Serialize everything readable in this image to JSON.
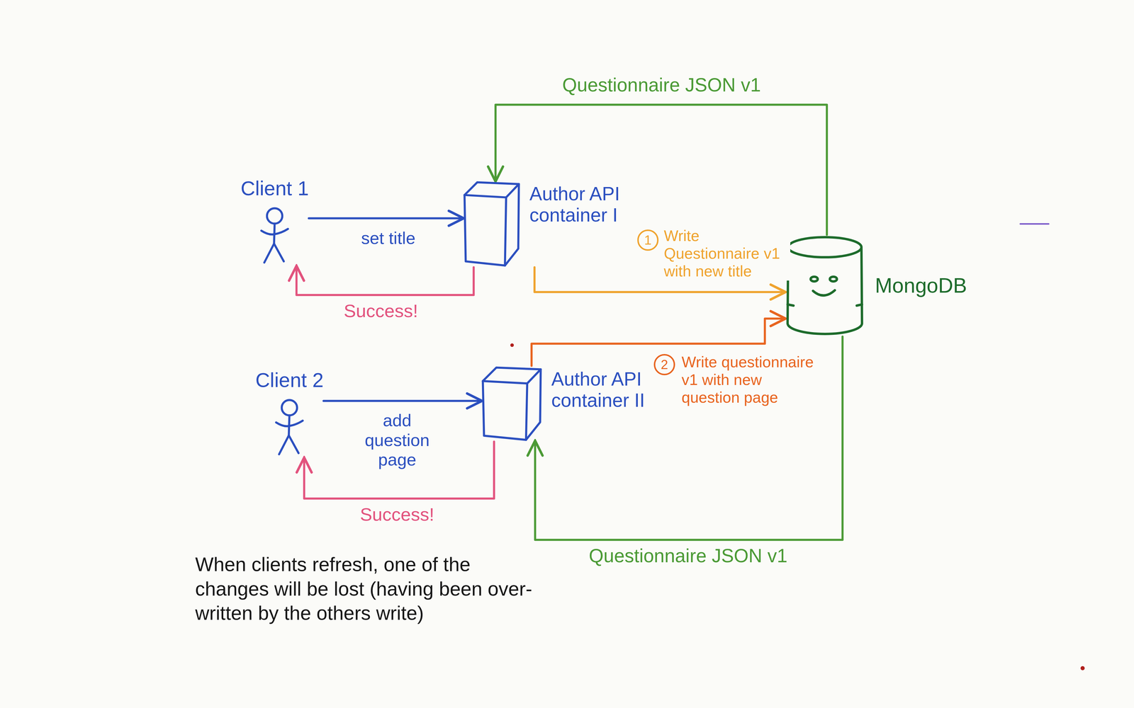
{
  "diagram": {
    "nodes": [
      {
        "text": [
          "Client 1"
        ]
      },
      {
        "text": [
          "Author API container I"
        ]
      },
      {
        "text": [
          "MongoDB"
        ]
      },
      {
        "text": [
          "Client 2"
        ]
      },
      {
        "text": [
          "Author API container II"
        ]
      }
    ],
    "edges": [
      {
        "from": 0,
        "to": 1,
        "label": "set title",
        "arrow": "to"
      },
      {
        "from": 1,
        "to": 0,
        "label": "Success!",
        "arrow": "to"
      },
      {
        "from": 2,
        "to": 1,
        "label": "Questionnaire JSON v1",
        "arrow": "to"
      },
      {
        "from": 1,
        "to": 2,
        "label": "Write Questionnaire v1 with new title",
        "arrow": "to"
      },
      {
        "from": 4,
        "to": 2,
        "label": "Write questionnaire v1 with new question page",
        "arrow": "to"
      },
      {
        "from": 3,
        "to": 4,
        "label": "add question page",
        "arrow": "to"
      },
      {
        "from": 4,
        "to": 3,
        "label": "Success!",
        "arrow": "to"
      },
      {
        "from": 2,
        "to": 4,
        "label": "Questionnaire JSON v1",
        "arrow": "to"
      }
    ],
    "labels": [
      "1",
      "2",
      "When clients refresh, one of the changes will be lost (having been over-written by the others write)"
    ]
  }
}
